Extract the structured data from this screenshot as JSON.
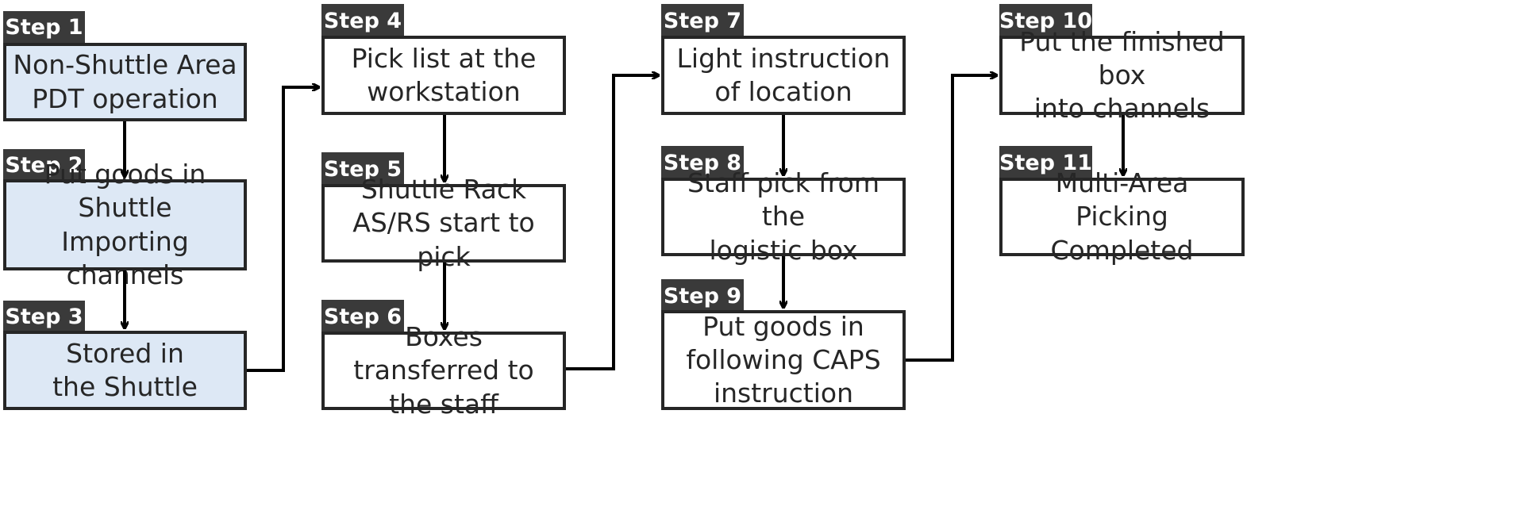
{
  "steps": [
    {
      "tag": "Step 1",
      "text": "Non-Shuttle Area\nPDT operation"
    },
    {
      "tag": "Step 2",
      "text": "Put goods in\nShuttle Importing\nchannels"
    },
    {
      "tag": "Step 3",
      "text": "Stored in\nthe Shuttle"
    },
    {
      "tag": "Step 4",
      "text": "Pick list at the\nworkstation"
    },
    {
      "tag": "Step 5",
      "text": "Shuttle Rack\nAS/RS start to pick"
    },
    {
      "tag": "Step 6",
      "text": "Boxes transferred to\nthe staff"
    },
    {
      "tag": "Step 7",
      "text": "Light instruction\nof location"
    },
    {
      "tag": "Step 8",
      "text": "Staff pick from the\nlogistic box"
    },
    {
      "tag": "Step 9",
      "text": "Put goods in\nfollowing CAPS\ninstruction"
    },
    {
      "tag": "Step 10",
      "text": "Put the finished box\ninto channels"
    },
    {
      "tag": "Step 11",
      "text": "Multi-Area Picking\nCompleted"
    }
  ],
  "colors": {
    "highlight_fill": "#dde8f5",
    "border": "#262626",
    "tag_bg": "#3a3a3a"
  }
}
